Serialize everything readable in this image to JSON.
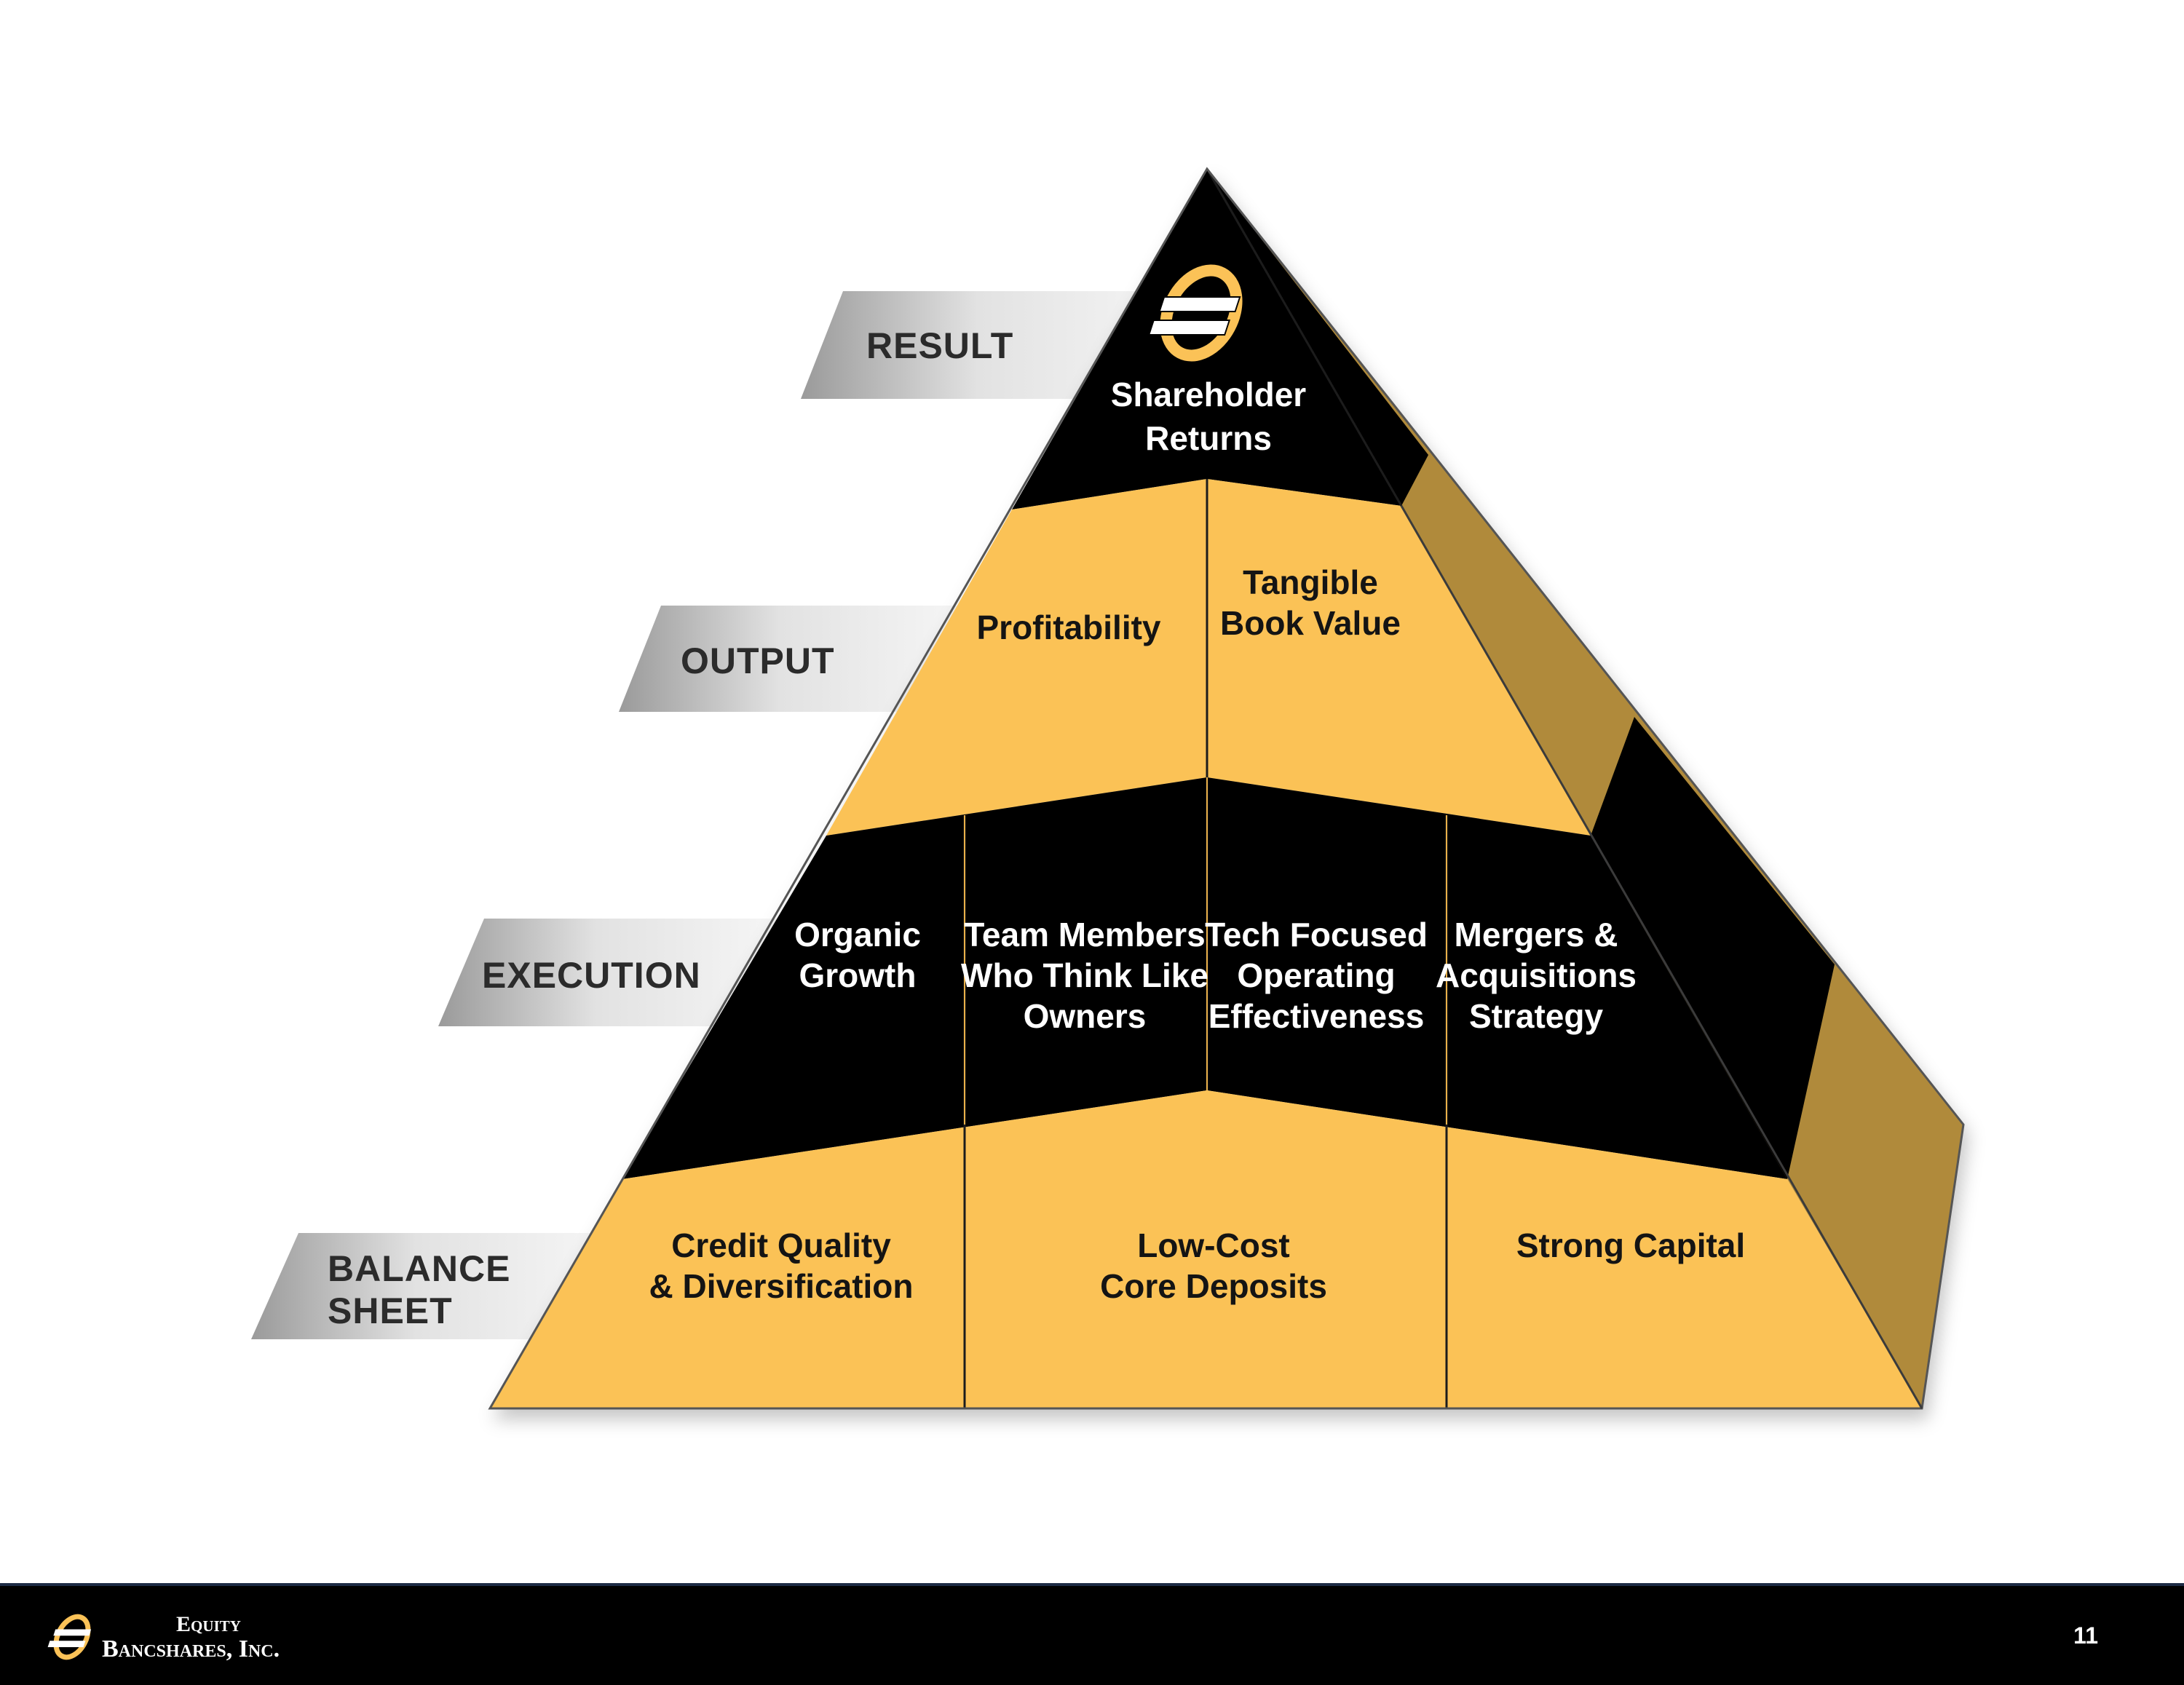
{
  "levels": {
    "result": [
      "RESULT"
    ],
    "output": [
      "OUTPUT"
    ],
    "execution": [
      "EXECUTION"
    ],
    "balance_sheet": [
      "BALANCE",
      "SHEET"
    ]
  },
  "cells": {
    "shareholder_returns": [
      "Shareholder",
      "Returns"
    ],
    "profitability": [
      "Profitability"
    ],
    "tangible_book_value": [
      "Tangible",
      "Book Value"
    ],
    "organic_growth": [
      "Organic",
      "Growth"
    ],
    "team_members": [
      "Team Members",
      "Who Think Like",
      "Owners"
    ],
    "tech_focused": [
      "Tech Focused",
      "Operating",
      "Effectiveness"
    ],
    "mergers": [
      "Mergers &",
      "Acquisitions",
      "Strategy"
    ],
    "credit_quality": [
      "Credit Quality",
      "& Diversification"
    ],
    "low_cost_deposits": [
      "Low-Cost",
      "Core Deposits"
    ],
    "strong_capital": [
      "Strong Capital"
    ]
  },
  "footer": {
    "company_line1": "Equity",
    "company_line2": "Bancshares, Inc.",
    "page_number": "11"
  },
  "colors": {
    "gold": "#fbc257",
    "side_gold": "#b08a3a",
    "black": "#000000",
    "label_grey": "#c4c4c4"
  },
  "icons": {
    "pyramid_logo": "equity-e-logo-icon",
    "footer_logo": "equity-e-logo-icon"
  }
}
